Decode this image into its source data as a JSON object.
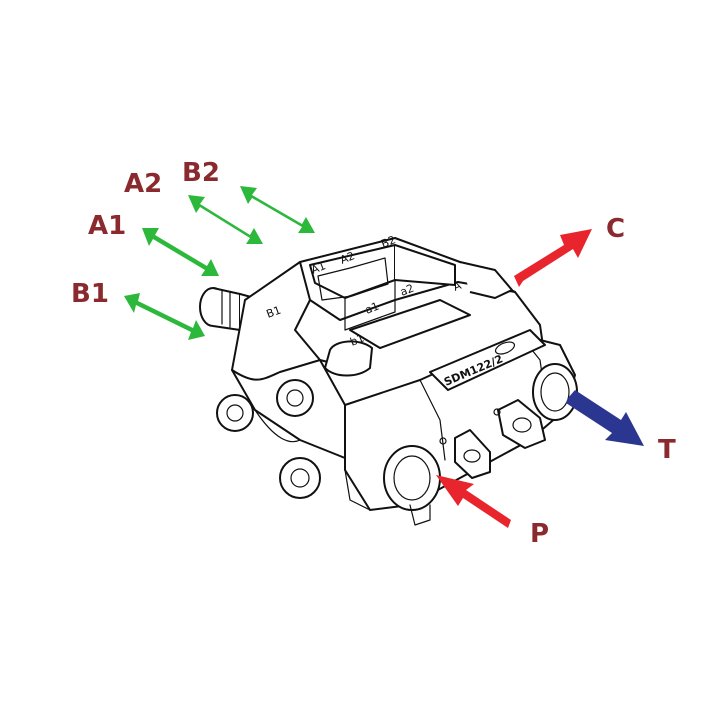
{
  "colors": {
    "label": "#8b2a2e",
    "bidirectional_arrow": "#2cb83a",
    "supply_arrow": "#e8242c",
    "tank_arrow": "#2b3690",
    "outline": "#111111"
  },
  "ports": {
    "b1": "B1",
    "a1": "A1",
    "a2": "A2",
    "b2": "B2",
    "c": "C",
    "p": "P",
    "t": "T"
  },
  "markings": {
    "body_b1": "B1",
    "top_a1": "A1",
    "top_a2": "A2",
    "top_b2": "B2",
    "top_a": "A",
    "top_a1_small": "a1",
    "top_a2_small": "a2",
    "top_b1_small": "b1",
    "model": "SDM122/2"
  }
}
